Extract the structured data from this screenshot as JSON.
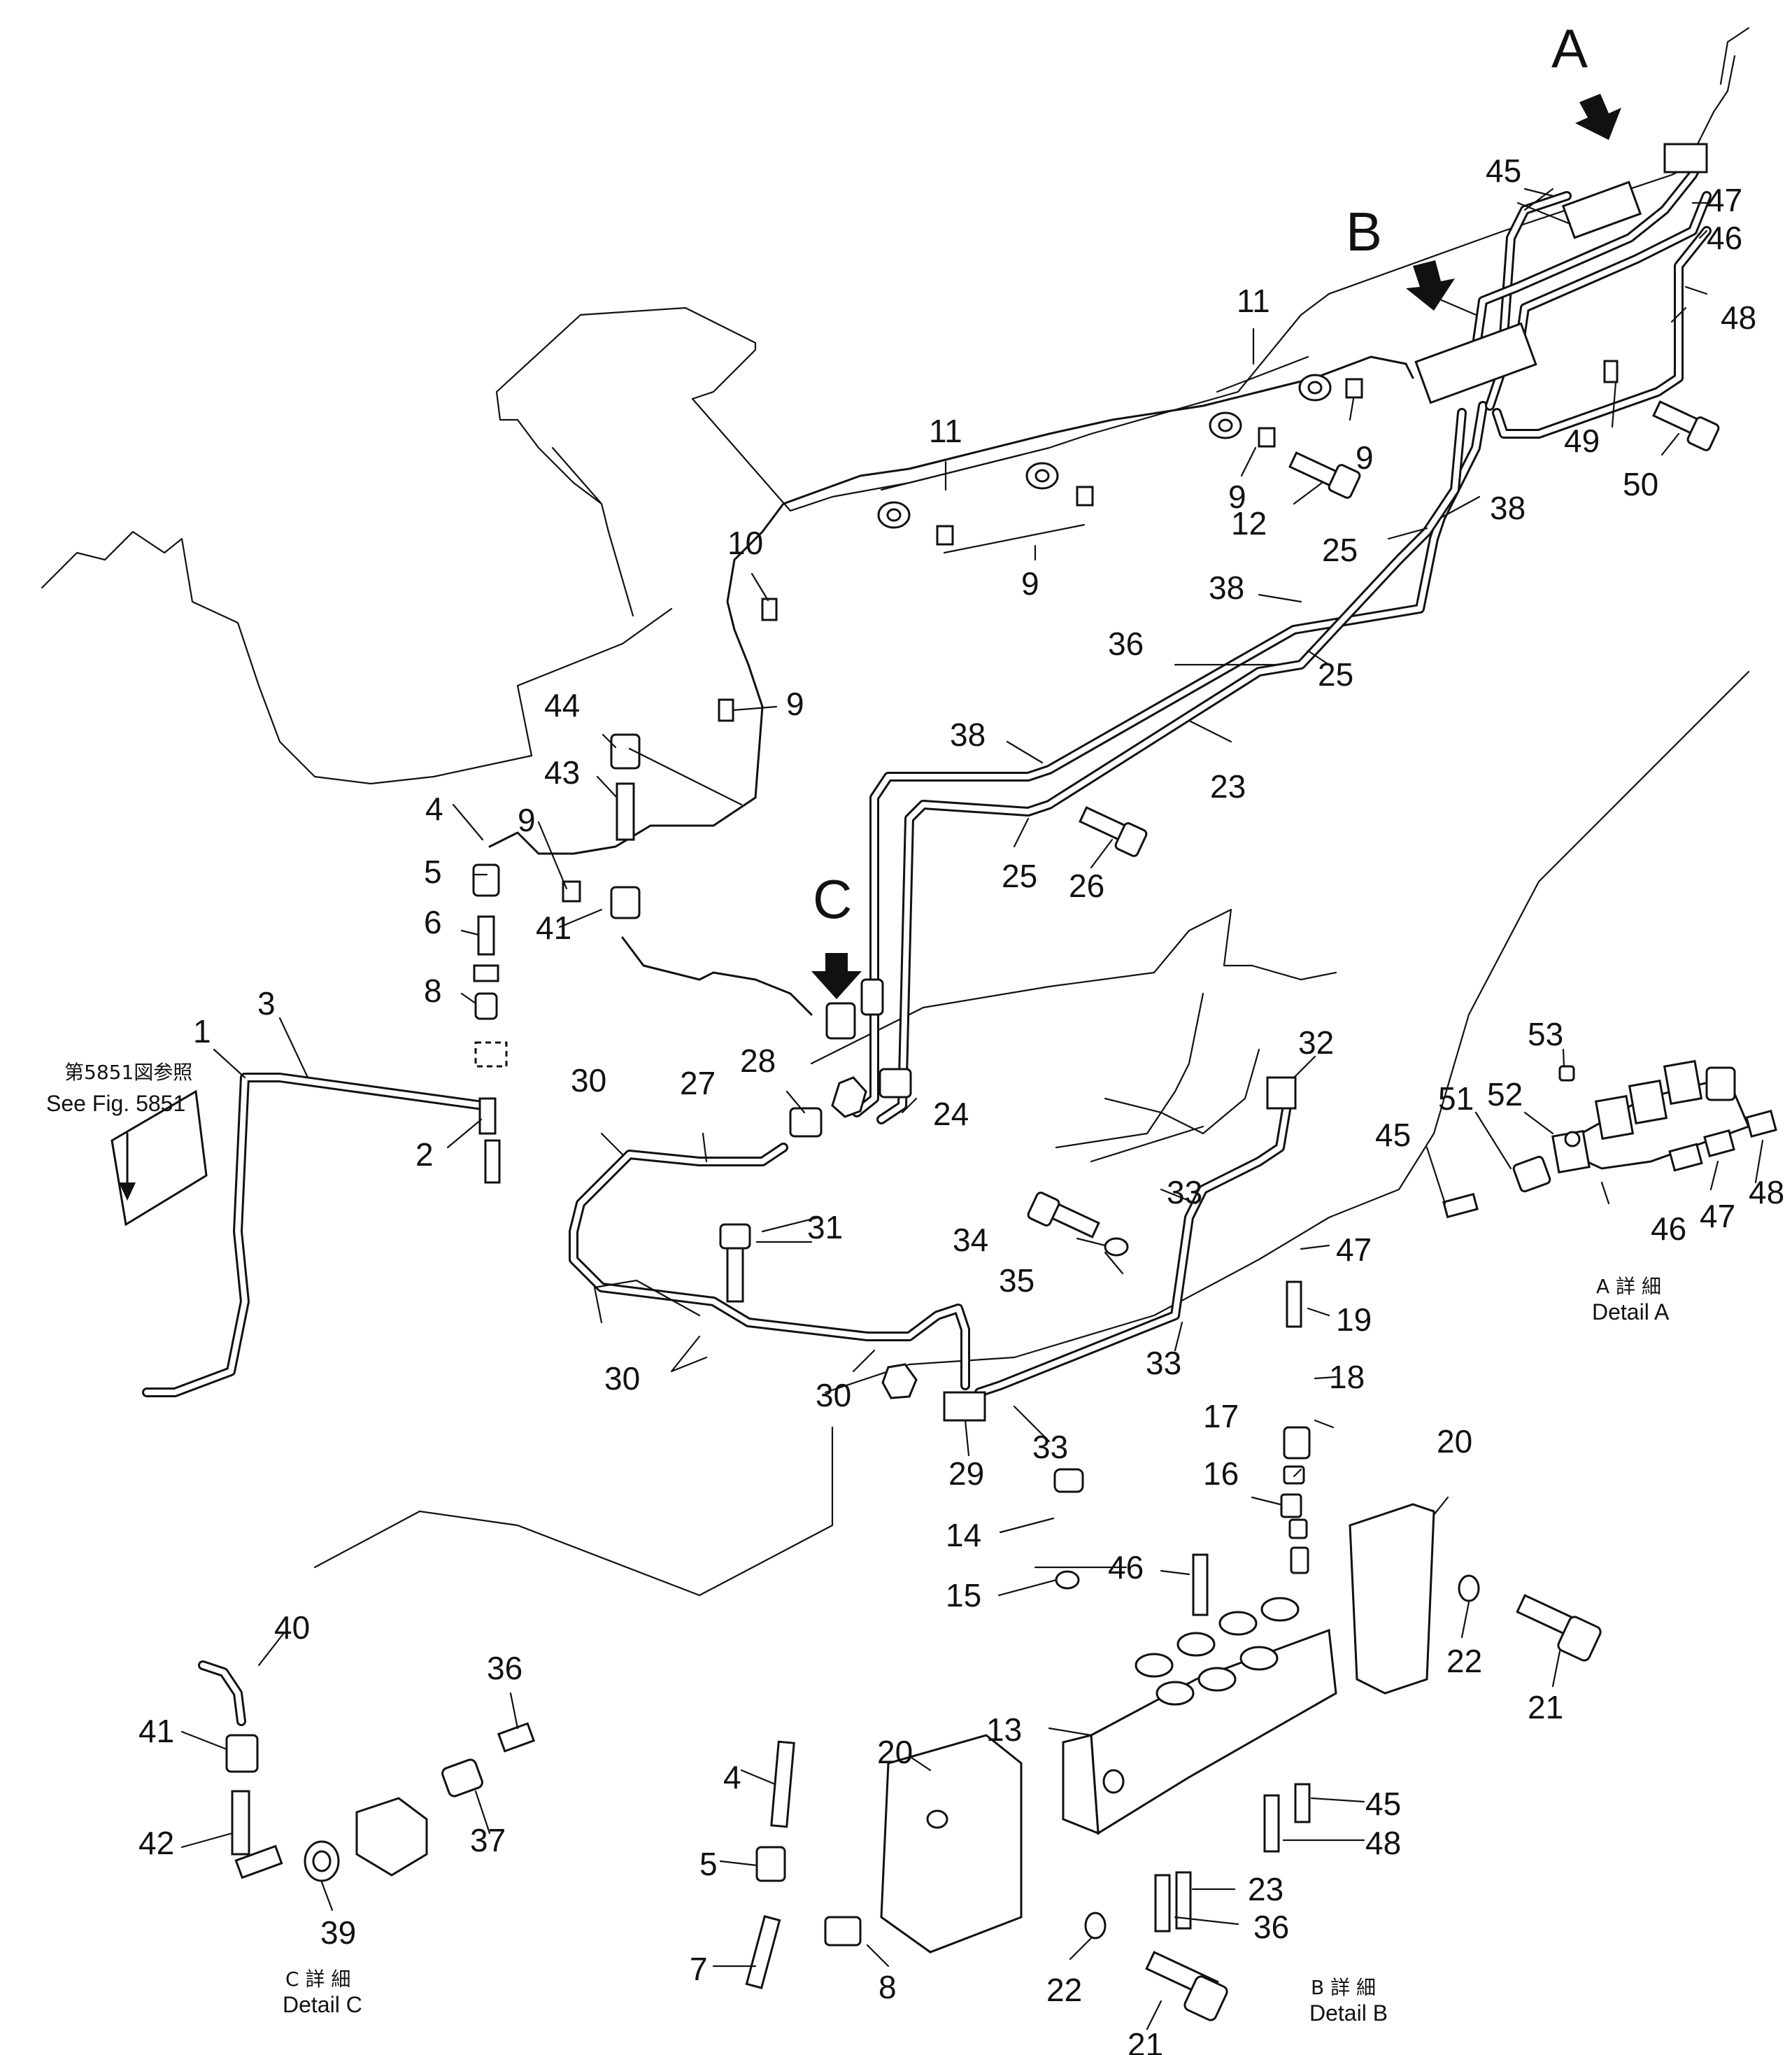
{
  "view_letters": {
    "a": "A",
    "b": "B",
    "c": "C"
  },
  "reference": {
    "jp": "第5851図参照",
    "en": "See Fig. 5851"
  },
  "details": {
    "a": {
      "jp": "A 詳 細",
      "en": "Detail A"
    },
    "b": {
      "jp": "B 詳 細",
      "en": "Detail B"
    },
    "c": {
      "jp": "C 詳 細",
      "en": "Detail C"
    }
  },
  "labels": {
    "l1": "1",
    "l2": "2",
    "l3": "3",
    "l4a": "4",
    "l5a": "5",
    "l6": "6",
    "l8a": "8",
    "l9a": "9",
    "l9b": "9",
    "l9c": "9",
    "l9d": "9",
    "l9e": "9",
    "l10": "10",
    "l11a": "11",
    "l11b": "11",
    "l12": "12",
    "l13": "13",
    "l14": "14",
    "l15": "15",
    "l16": "16",
    "l17": "17",
    "l18": "18",
    "l19": "19",
    "l20a": "20",
    "l20b": "20",
    "l21a": "21",
    "l21b": "21",
    "l22a": "22",
    "l22b": "22",
    "l23a": "23",
    "l23b": "23",
    "l24": "24",
    "l25a": "25",
    "l25b": "25",
    "l25c": "25",
    "l26": "26",
    "l27": "27",
    "l28": "28",
    "l29": "29",
    "l30a": "30",
    "l30b": "30",
    "l30c": "30",
    "l31": "31",
    "l32": "32",
    "l33a": "33",
    "l33b": "33",
    "l33c": "33",
    "l34": "34",
    "l35": "35",
    "l36a": "36",
    "l36b": "36",
    "l36c": "36",
    "l37": "37",
    "l38a": "38",
    "l38b": "38",
    "l38c": "38",
    "l39": "39",
    "l40": "40",
    "l41a": "41",
    "l41b": "41",
    "l42": "42",
    "l43": "43",
    "l44": "44",
    "l45a": "45",
    "l45b": "45",
    "l45c": "45",
    "l46a": "46",
    "l46b": "46",
    "l46c": "46",
    "l47a": "47",
    "l47b": "47",
    "l47c": "47",
    "l48a": "48",
    "l48b": "48",
    "l48c": "48",
    "l49": "49",
    "l50": "50",
    "l51": "51",
    "l52": "52",
    "l53": "53",
    "l4b": "4",
    "l5b": "5",
    "l7": "7",
    "l8b": "8"
  }
}
